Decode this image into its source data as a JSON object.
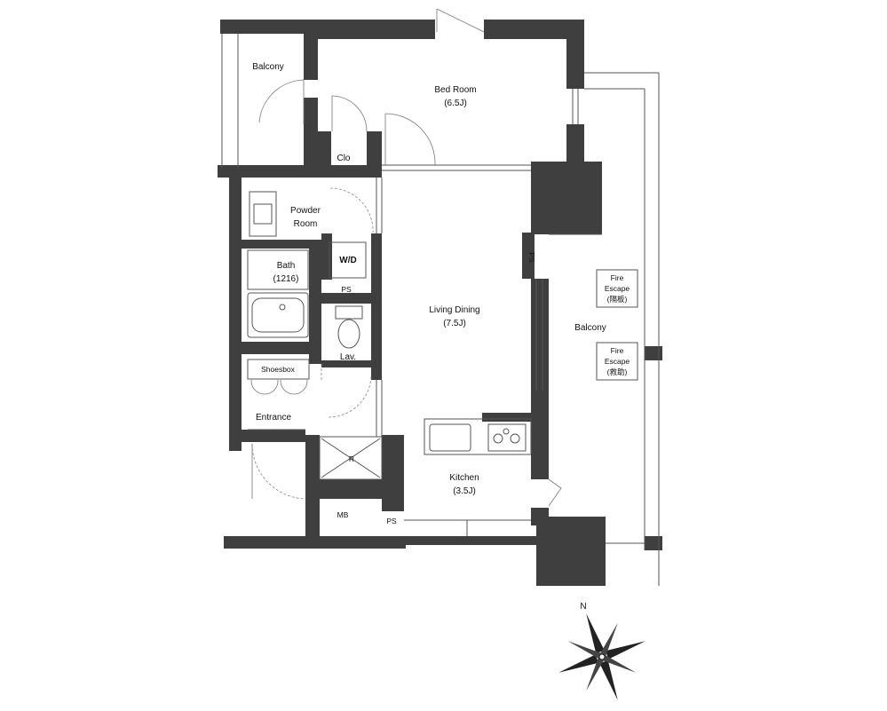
{
  "rooms": {
    "balcony_top_left": "Balcony",
    "bed_room": "Bed Room",
    "bed_room_size": "(6.5J)",
    "clo": "Clo",
    "powder_room_1": "Powder",
    "powder_room_2": "Room",
    "wd": "W/D",
    "bath": "Bath",
    "bath_size": "(1216)",
    "ps_1": "PS",
    "ps_2": "PS",
    "ps_3": "PS",
    "lav": "Lav.",
    "shoesbox": "Shoesbox",
    "entrance": "Entrance",
    "refrigerator": "R",
    "mb": "MB",
    "living_dining": "Living Dining",
    "living_dining_size": "(7.5J)",
    "kitchen": "Kitchen",
    "kitchen_size": "(3.5J)",
    "balcony_right": "Balcony"
  },
  "fire_escapes": [
    {
      "line1": "Fire",
      "line2": "Escape",
      "line3": "(隔板)"
    },
    {
      "line1": "Fire",
      "line2": "Escape",
      "line3": "(救助)"
    }
  ],
  "compass": {
    "north_label": "N"
  },
  "colors": {
    "wall": "#3f3f3f",
    "line": "#555555",
    "background": "#ffffff"
  }
}
